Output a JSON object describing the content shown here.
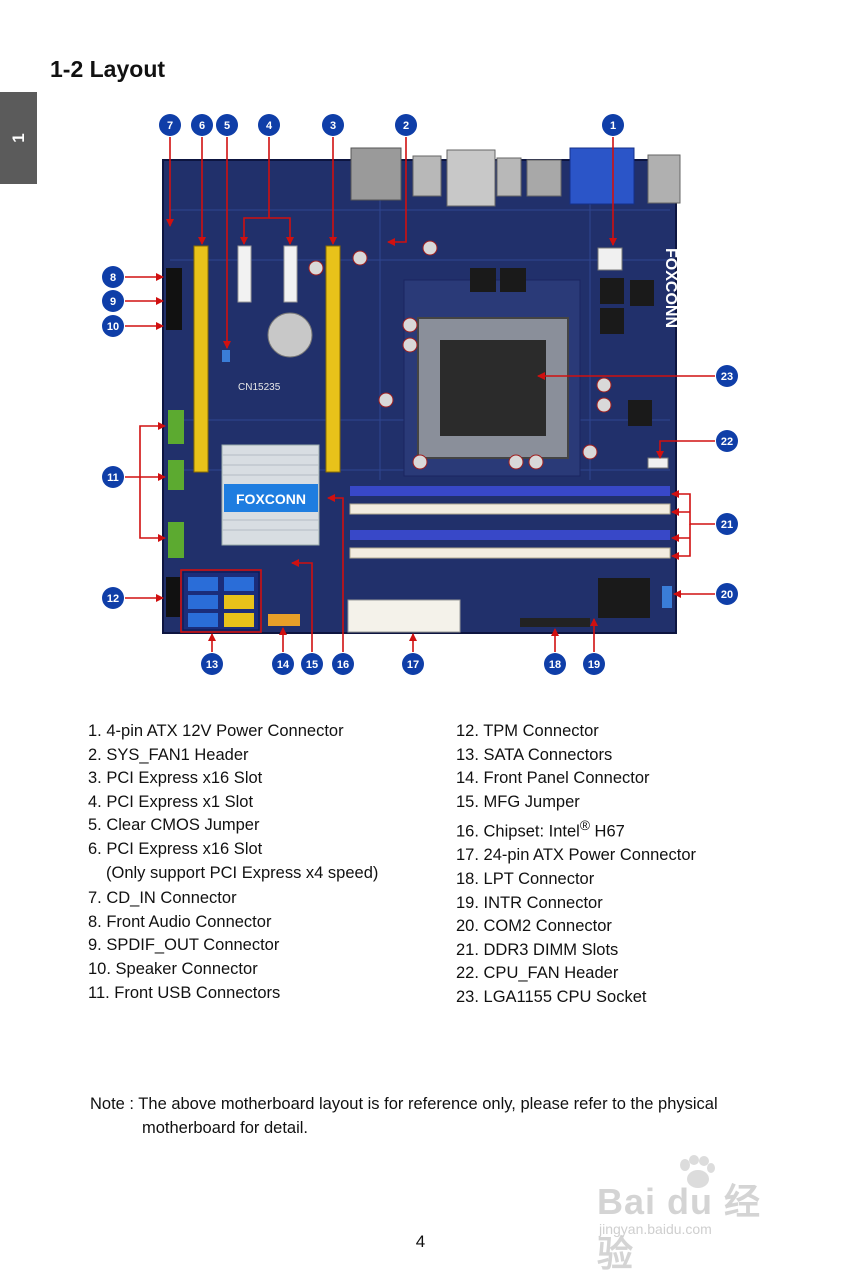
{
  "header": {
    "title": "1-2 Layout",
    "chapter_tab": "1"
  },
  "figure": {
    "callouts": [
      "1",
      "2",
      "3",
      "4",
      "5",
      "6",
      "7",
      "8",
      "9",
      "10",
      "11",
      "12",
      "13",
      "14",
      "15",
      "16",
      "17",
      "18",
      "19",
      "20",
      "21",
      "22",
      "23"
    ],
    "board_brand": "FOXCONN",
    "heatsink_brand": "FOXCONN",
    "chip_label": "CN15235",
    "colors": {
      "callout": "#0f3ea8",
      "arrow": "#d01010",
      "pcb": "#21306b",
      "slot_yellow": "#e8c21a",
      "dimm_blue": "#3848c8"
    }
  },
  "legend_left": [
    "1. 4-pin ATX 12V Power Connector",
    "2. SYS_FAN1 Header",
    "3. PCI Express x16 Slot",
    "4. PCI Express x1 Slot",
    "5. Clear CMOS Jumper",
    "6. PCI Express x16 Slot",
    "(Only support PCI Express x4 speed)",
    "7. CD_IN Connector",
    "8. Front Audio Connector",
    "9. SPDIF_OUT Connector",
    "10. Speaker Connector",
    "11. Front USB Connectors"
  ],
  "legend_right": [
    "12. TPM Connector",
    "13. SATA Connectors",
    "14. Front Panel Connector",
    "15. MFG Jumper",
    "16. Chipset: Intel",
    "®",
    " H67",
    "17. 24-pin ATX Power Connector",
    "18. LPT Connector",
    "19. INTR Connector",
    "20. COM2 Connector",
    "21. DDR3 DIMM Slots",
    "22. CPU_FAN Header",
    "23. LGA1155 CPU Socket"
  ],
  "note": {
    "line1": "Note : The above motherboard layout is for reference only, please refer to the physical",
    "line2": "motherboard for detail."
  },
  "page_number": "4",
  "watermark": {
    "logo": "Bai du 经验",
    "url": "jingyan.baidu.com"
  }
}
